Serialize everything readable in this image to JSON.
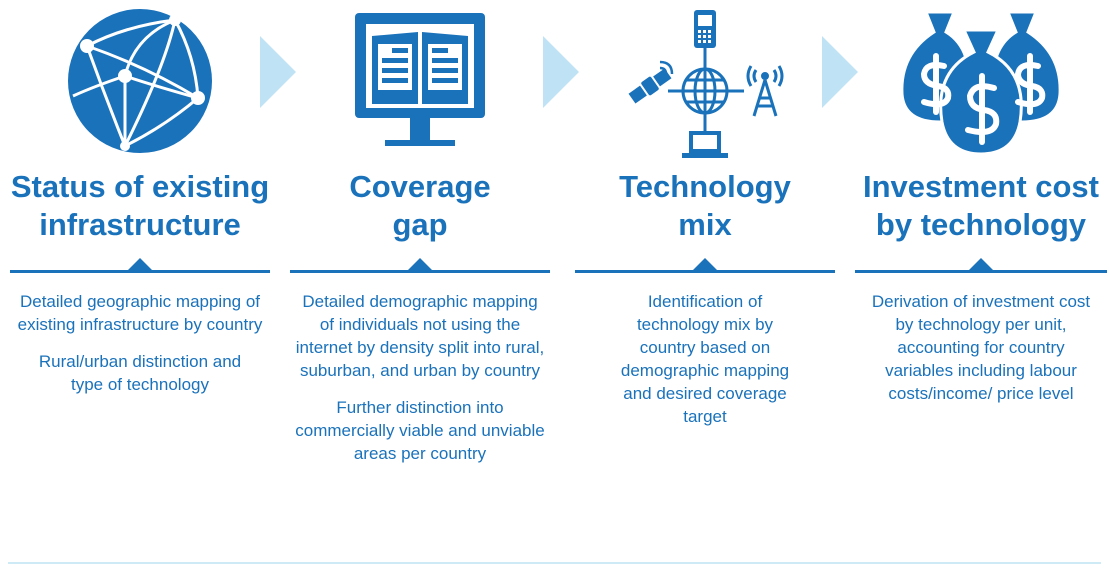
{
  "colors": {
    "primary": "#1a72bb",
    "chevron": "#bfe3f5"
  },
  "steps": [
    {
      "icon": "globe-icon",
      "title_lines": [
        "Status of existing",
        "infrastructure"
      ],
      "paragraphs": [
        "Detailed geographic mapping of existing infrastructure by country",
        "Rural/urban distinction and type of technology"
      ]
    },
    {
      "icon": "book-monitor-icon",
      "title_lines": [
        "Coverage",
        "gap"
      ],
      "paragraphs": [
        "Detailed demographic mapping of individuals not using the internet by density split into rural, suburban, and urban by country",
        "Further distinction into commercially viable and unviable areas per country"
      ]
    },
    {
      "icon": "network-technologies-icon",
      "title_lines": [
        "Technology",
        "mix"
      ],
      "paragraphs": [
        "Identification of technology mix by country based on demographic mapping and desired coverage target"
      ]
    },
    {
      "icon": "money-bags-icon",
      "title_lines": [
        "Investment cost",
        "by technology"
      ],
      "paragraphs": [
        "Derivation of investment cost by technology per unit, accounting for country variables including labour costs/income/ price level"
      ]
    }
  ]
}
